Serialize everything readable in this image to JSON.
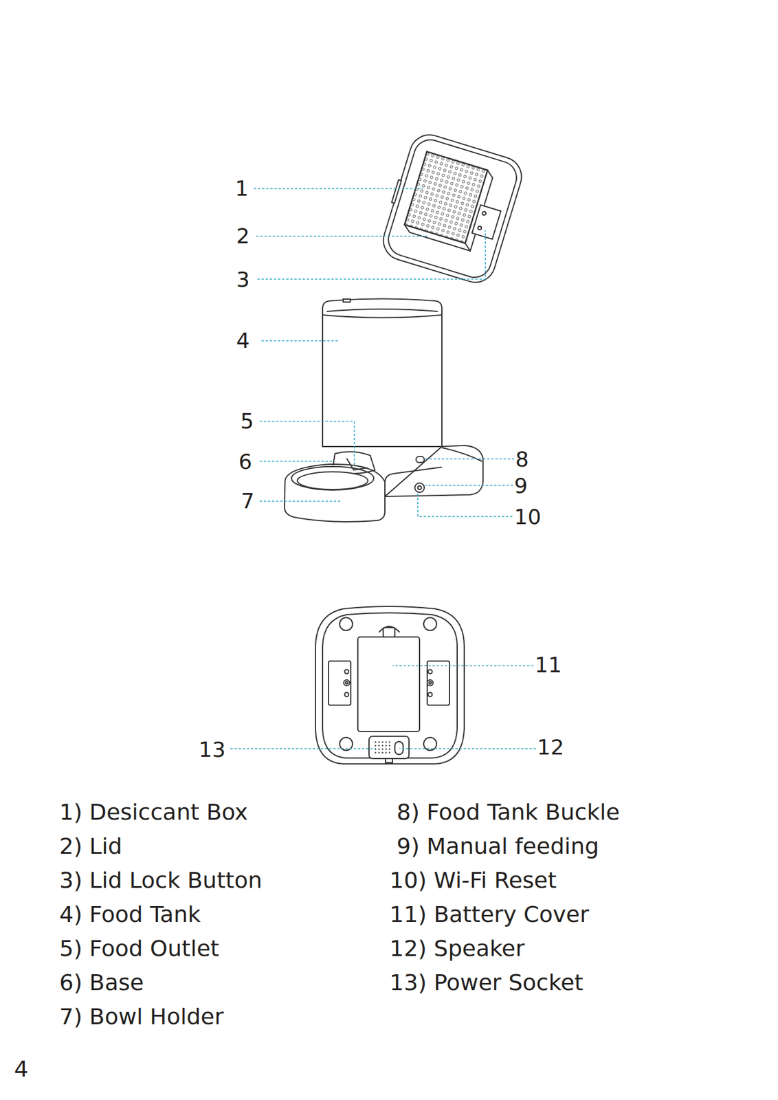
{
  "diagram": {
    "labels": [
      "1",
      "2",
      "3",
      "4",
      "5",
      "6",
      "7",
      "8",
      "9",
      "10",
      "11",
      "12",
      "13",
      "1) Desiccant Box",
      "2) Lid",
      "3) Lid Lock Button",
      "4) Food Tank",
      "5) Food Outlet",
      "6) Base",
      "7) Bowl Holder",
      "8) Food Tank Buckle",
      "9) Manual feeding",
      "10) Wi-Fi Reset",
      "11) Battery Cover",
      "12) Speaker",
      "13) Power Socket",
      "4"
    ]
  }
}
